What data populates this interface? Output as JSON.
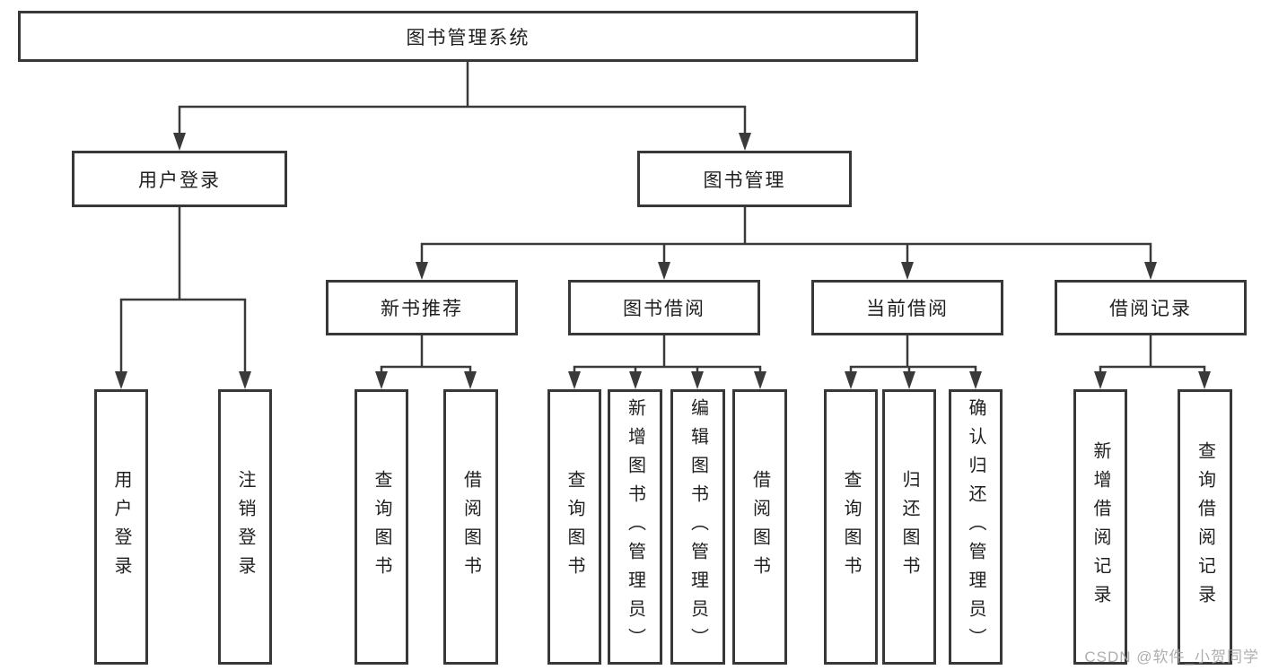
{
  "diagram": {
    "type": "hierarchy-tree",
    "title": "图书管理系统",
    "watermark": {
      "text": "CSDN @软件_小贺同学"
    },
    "colors": {
      "line": "#3a3a3a",
      "box_border": "#383838",
      "text": "#1f1f1f",
      "background": "#ffffff",
      "watermark": "#a8a8a8"
    },
    "nodes": {
      "root": {
        "label": "图书管理系统",
        "parent": null
      },
      "user-login": {
        "label": "用户登录",
        "parent": "root"
      },
      "book-mgmt": {
        "label": "图书管理",
        "parent": "root"
      },
      "new-book-rec": {
        "label": "新书推荐",
        "parent": "book-mgmt"
      },
      "book-borrow": {
        "label": "图书借阅",
        "parent": "book-mgmt"
      },
      "current-borrow": {
        "label": "当前借阅",
        "parent": "book-mgmt"
      },
      "borrow-records": {
        "label": "借阅记录",
        "parent": "book-mgmt"
      },
      "leaf-user-login": {
        "label": "用户登录",
        "parent": "user-login"
      },
      "leaf-logout": {
        "label": "注销登录",
        "parent": "user-login"
      },
      "leaf-nb-query": {
        "label": "查询图书",
        "parent": "new-book-rec"
      },
      "leaf-nb-borrow": {
        "label": "借阅图书",
        "parent": "new-book-rec"
      },
      "leaf-bb-query": {
        "label": "查询图书",
        "parent": "book-borrow"
      },
      "leaf-bb-add": {
        "label": "新增图书（管理员）",
        "parent": "book-borrow"
      },
      "leaf-bb-edit": {
        "label": "编辑图书（管理员）",
        "parent": "book-borrow"
      },
      "leaf-bb-borrow": {
        "label": "借阅图书",
        "parent": "book-borrow"
      },
      "leaf-cb-query": {
        "label": "查询图书",
        "parent": "current-borrow"
      },
      "leaf-cb-return": {
        "label": "归还图书",
        "parent": "current-borrow"
      },
      "leaf-cb-confirm": {
        "label": "确认归还（管理员）",
        "parent": "current-borrow"
      },
      "leaf-rec-add": {
        "label": "新增借阅记录",
        "parent": "borrow-records"
      },
      "leaf-rec-query": {
        "label": "查询借阅记录",
        "parent": "borrow-records"
      }
    }
  }
}
